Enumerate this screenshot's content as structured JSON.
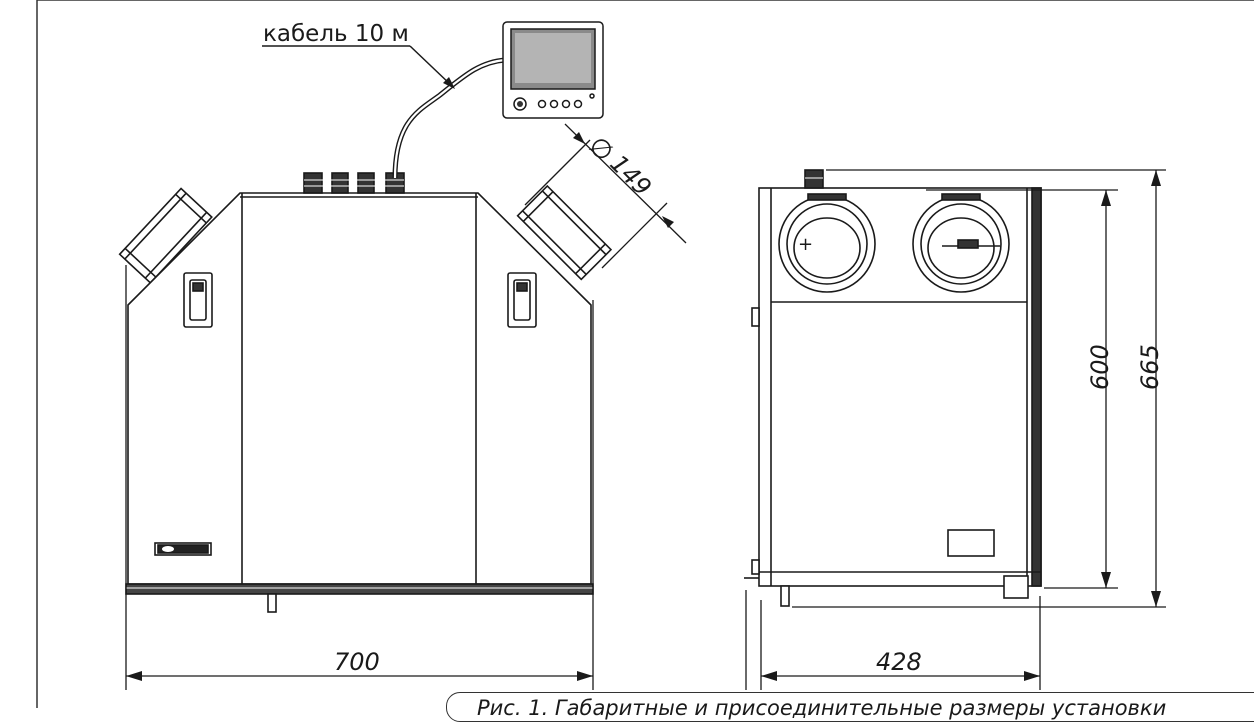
{
  "labels": {
    "cable": "кабель 10 м",
    "diameter_symbol": "∅",
    "diameter": "149",
    "width_front": "700",
    "depth_side": "428",
    "height_inner": "600",
    "height_total": "665"
  },
  "caption": "Рис. 1. Габаритные и присоединительные размеры установки"
}
